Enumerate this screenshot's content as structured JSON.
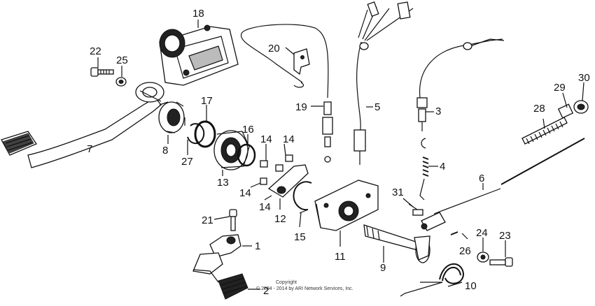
{
  "diagram": {
    "labels": {
      "p1": "1",
      "p2": "2",
      "p3": "3",
      "p4": "4",
      "p5": "5",
      "p6": "6",
      "p7": "7",
      "p8": "8",
      "p9": "9",
      "p10": "10",
      "p11": "11",
      "p12": "12",
      "p13": "13",
      "p14a": "14",
      "p14b": "14",
      "p14c": "14",
      "p14d": "14",
      "p15": "15",
      "p16": "16",
      "p17": "17",
      "p18": "18",
      "p19": "19",
      "p20": "20",
      "p21": "21",
      "p22": "22",
      "p23": "23",
      "p24": "24",
      "p25": "25",
      "p26": "26",
      "p27": "27",
      "p28": "28",
      "p29": "29",
      "p30": "30",
      "p31": "31"
    },
    "copyright_line1": "Copyright",
    "copyright_line2": "© 2004 - 2014 by ARI Network Services, Inc."
  }
}
